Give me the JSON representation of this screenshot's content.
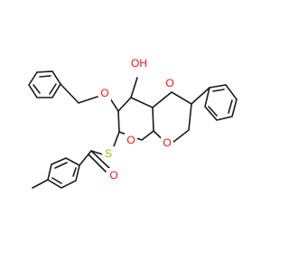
{
  "molecule": {
    "atoms": {
      "oh": {
        "text": "OH",
        "color": "#ff0d0d"
      },
      "o_benzyloxy": {
        "text": "O",
        "color": "#ff0d0d"
      },
      "o_acetal_top": {
        "text": "O",
        "color": "#ff0d0d"
      },
      "o_acetal_bottom": {
        "text": "O",
        "color": "#ff0d0d"
      },
      "o_ring": {
        "text": "O",
        "color": "#ff0d0d"
      },
      "o_carbonyl": {
        "text": "O",
        "color": "#ff0d0d"
      },
      "s_thioester": {
        "text": "S",
        "color": "#b2b200"
      }
    },
    "bond_color": "#1a1a1a"
  }
}
